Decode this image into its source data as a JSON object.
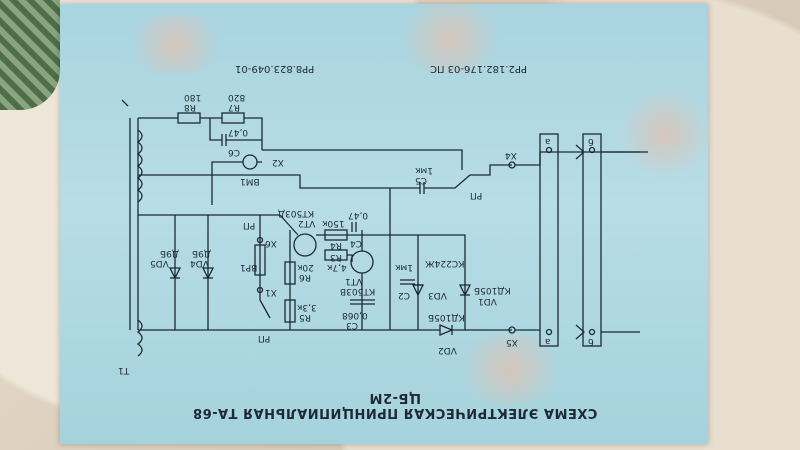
{
  "document": {
    "title": "СХЕМА ЭЛЕКТРИЧЕСКАЯ ПРИНЦИПИАЛЬНАЯ ТА-68 ЦБ-2М",
    "doc_number_left": "РР8.823.049-01",
    "doc_number_right": "РР2.182.176-03 ПС"
  },
  "components": {
    "r8": {
      "ref": "R8",
      "value": "180"
    },
    "r7": {
      "ref": "R7",
      "value": "820"
    },
    "c6": {
      "ref": "C6",
      "value": "0,47"
    },
    "bm1": {
      "ref": "BM1"
    },
    "x2": {
      "ref": "X2"
    },
    "c5": {
      "ref": "C5",
      "value": "1мк"
    },
    "rp_top": {
      "ref": "РП"
    },
    "x4": {
      "ref": "X4"
    },
    "vt2": {
      "ref": "VT2",
      "type": "КТ503Д"
    },
    "r4": {
      "ref": "R4",
      "value": "150к"
    },
    "c4": {
      "ref": "C4",
      "value": "0,47"
    },
    "r3": {
      "ref": "R3",
      "value": "4,7к"
    },
    "vt1": {
      "ref": "VT1",
      "type": "КТ503В"
    },
    "c2": {
      "ref": "C2",
      "value": "1мк"
    },
    "vd3": {
      "ref": "VD3",
      "type": "КС224Ж"
    },
    "vd1": {
      "ref": "VD1",
      "type": "КД105Б"
    },
    "r6": {
      "ref": "R6",
      "value": "20к"
    },
    "c3": {
      "ref": "C3",
      "value": "0,068"
    },
    "r5": {
      "ref": "R5",
      "value": "3,3к"
    },
    "x6": {
      "ref": "X6"
    },
    "br1": {
      "ref": "ВР1"
    },
    "x1": {
      "ref": "X1"
    },
    "rp_left": {
      "ref": "РП"
    },
    "rp_bottom": {
      "ref": "РП"
    },
    "vd5": {
      "ref": "VD5",
      "type": "Д9Б"
    },
    "vd4": {
      "ref": "VD4",
      "type": "Д9Б"
    },
    "vd2": {
      "ref": "VD2",
      "type": "КД105Б"
    },
    "x5": {
      "ref": "X5"
    },
    "t1": {
      "ref": "T1"
    },
    "terminal_a1": {
      "ref": "а"
    },
    "terminal_b1": {
      "ref": "б"
    },
    "terminal_a2": {
      "ref": "а"
    },
    "terminal_b2": {
      "ref": "б"
    }
  },
  "colors": {
    "paper": "#b0d8e2",
    "ink": "#1d2a33"
  }
}
